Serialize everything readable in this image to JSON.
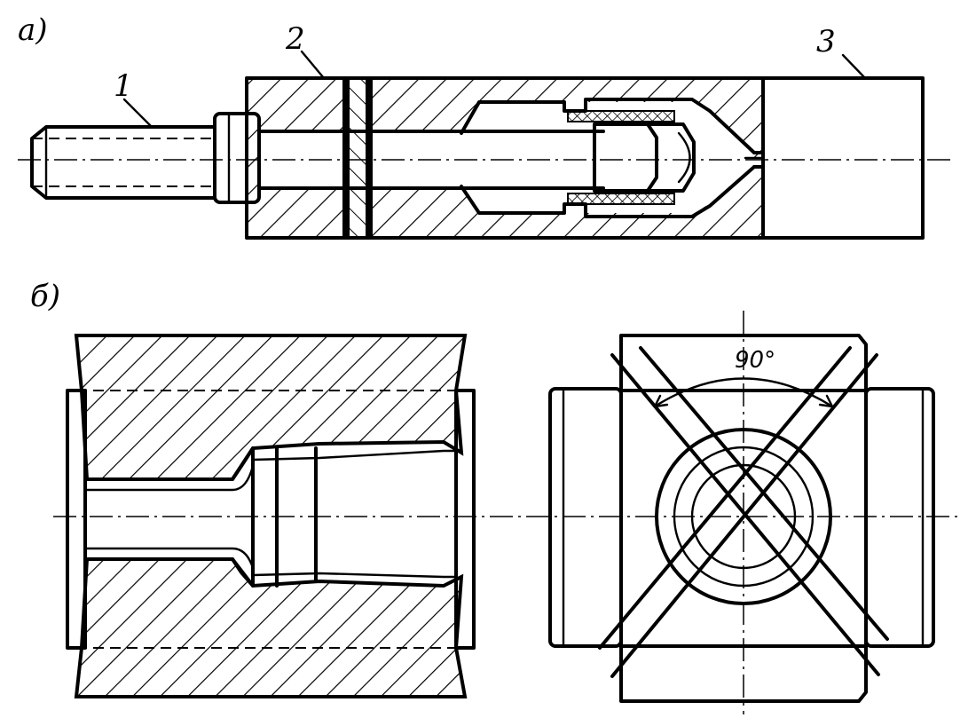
{
  "figure": {
    "view_a_label": "а)",
    "view_b_label": "б)",
    "part_1": "1",
    "part_2": "2",
    "part_3": "3",
    "angle": "90°"
  },
  "colors": {
    "ink": "#000000",
    "paper": "#ffffff"
  }
}
